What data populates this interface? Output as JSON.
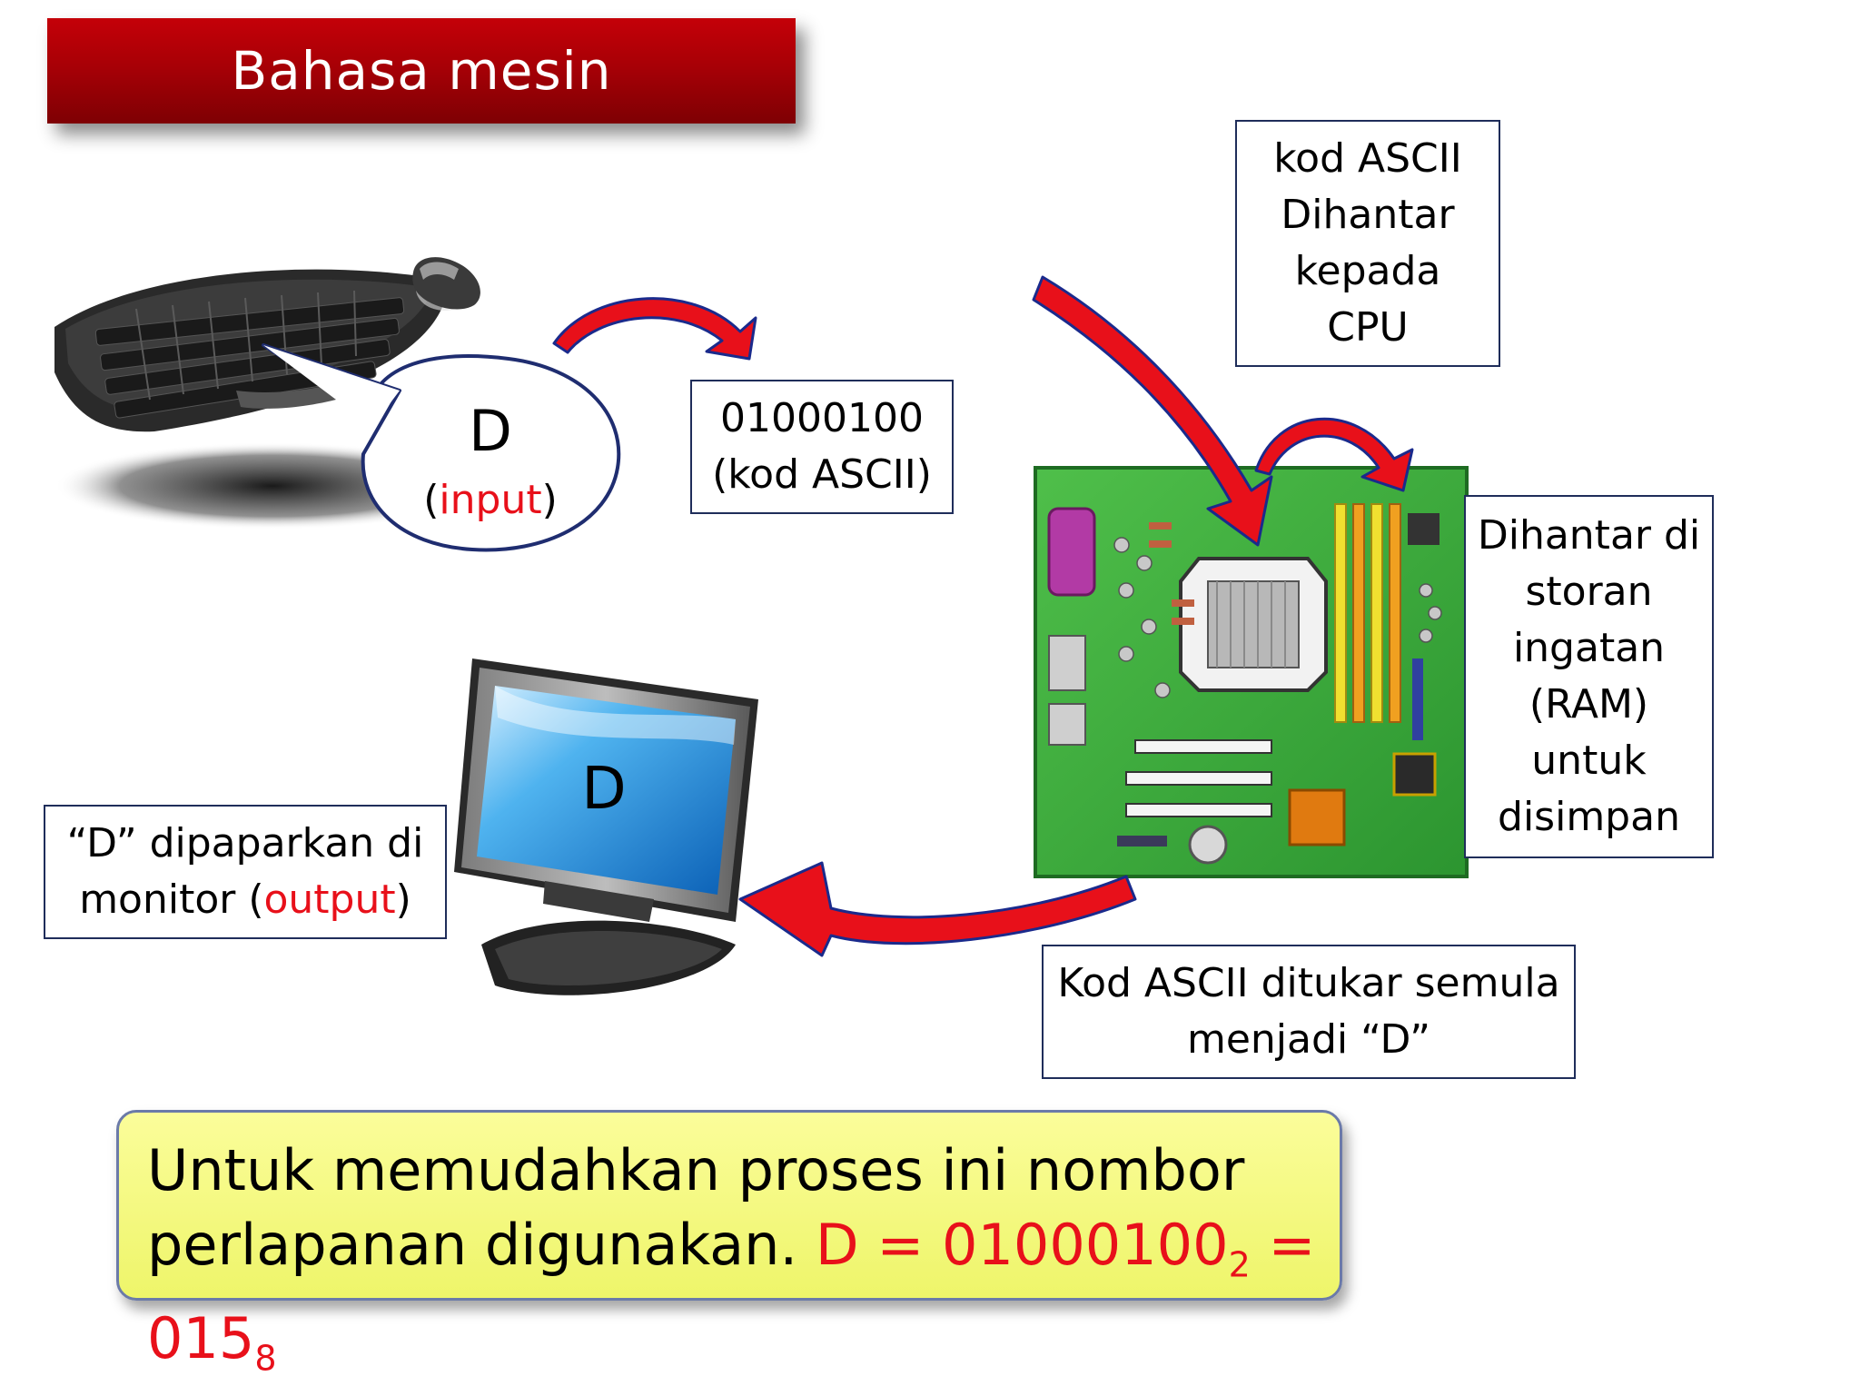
{
  "title": "Bahasa mesin",
  "keyboard_bubble": {
    "letter": "D",
    "paren_open": "(",
    "word": "input",
    "paren_close": ")"
  },
  "binary_box": {
    "line1": "01000100",
    "line2": "(kod ASCII)"
  },
  "cpu_box": {
    "lines": [
      "kod ASCII",
      "Dihantar",
      "kepada",
      "CPU"
    ]
  },
  "ram_box": {
    "lines": [
      "Dihantar di",
      "storan",
      "ingatan",
      "(RAM)",
      "untuk",
      "disimpan"
    ]
  },
  "monitor_letter": "D",
  "output_box": {
    "line1": "“D” dipaparkan di",
    "line2_pre": "monitor (",
    "line2_word": "output",
    "line2_post": ")"
  },
  "convert_box": {
    "line1": "Kod ASCII ditukar semula",
    "line2": "menjadi “D”"
  },
  "note": {
    "line1": "Untuk memudahkan proses ini nombor",
    "line2_pre": "perlapanan digunakan. ",
    "eq1": "D = 01000100",
    "sub1": "2",
    "eq2": " = 015",
    "sub2": "8"
  },
  "colors": {
    "title_red": "#b00006",
    "arrow_red": "#e8101a",
    "arrow_outline": "#1a2a8c",
    "note_yellow": "#f3f77e",
    "box_border": "#1f2d5a"
  }
}
